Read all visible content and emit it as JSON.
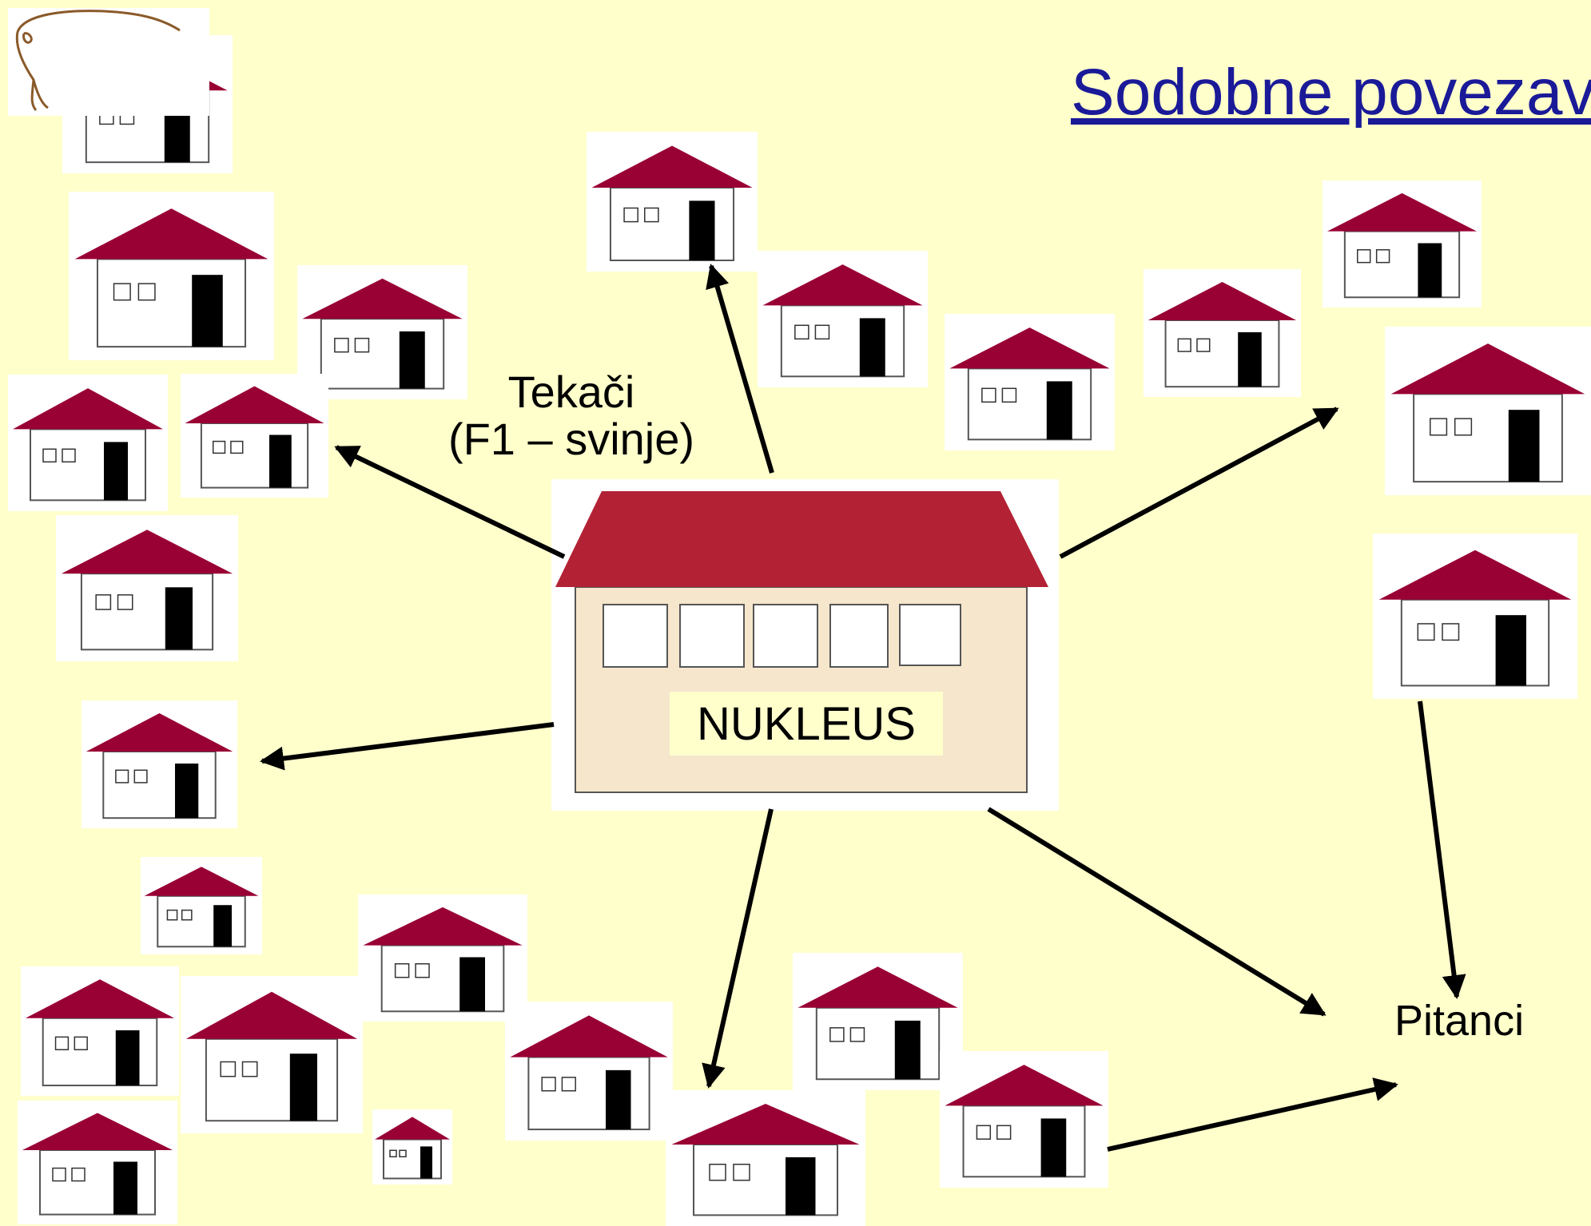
{
  "title": "Sodobne povezav",
  "labels": {
    "runners_line1": "Tekači",
    "runners_line2": "(F1 – svinje)",
    "nucleus": "NUKLEUS",
    "fatteners": "Pitanci"
  },
  "colors": {
    "background": "#FFFFCC",
    "roof": "#990033",
    "nucleus_roof": "#B22234",
    "nucleus_wall": "#F5E6CC",
    "title": "#1a1a99",
    "arrow": "#000000"
  },
  "icons": [
    "pig-icon",
    "house-icon",
    "nucleus-building-icon",
    "arrow-icon"
  ]
}
